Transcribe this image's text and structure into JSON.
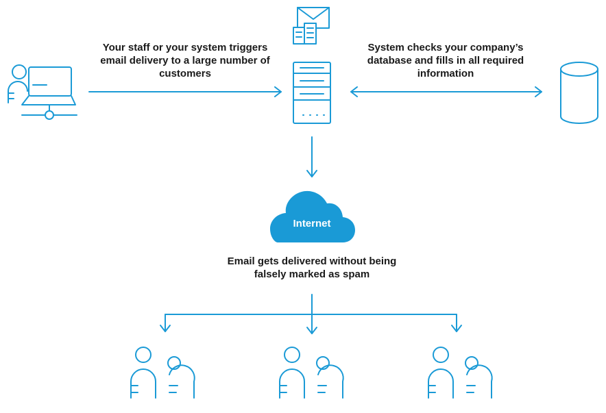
{
  "colors": {
    "accent": "#1a9ad6",
    "text": "#1a1a1a",
    "cloud": "#1a9ad6",
    "cloud_text": "#ffffff"
  },
  "labels": {
    "trigger": [
      "Your staff or your system triggers",
      "email delivery to a large number of",
      "customers"
    ],
    "check": [
      "System checks your company’s",
      "database and fills in all required",
      "information"
    ],
    "internet": "Internet",
    "delivered": [
      "Email gets delivered without being",
      "falsely marked as spam"
    ]
  },
  "icons": [
    "user-laptop-icon",
    "email-documents-icon",
    "server-icon",
    "database-icon",
    "cloud-icon",
    "recipients-group-icon"
  ]
}
